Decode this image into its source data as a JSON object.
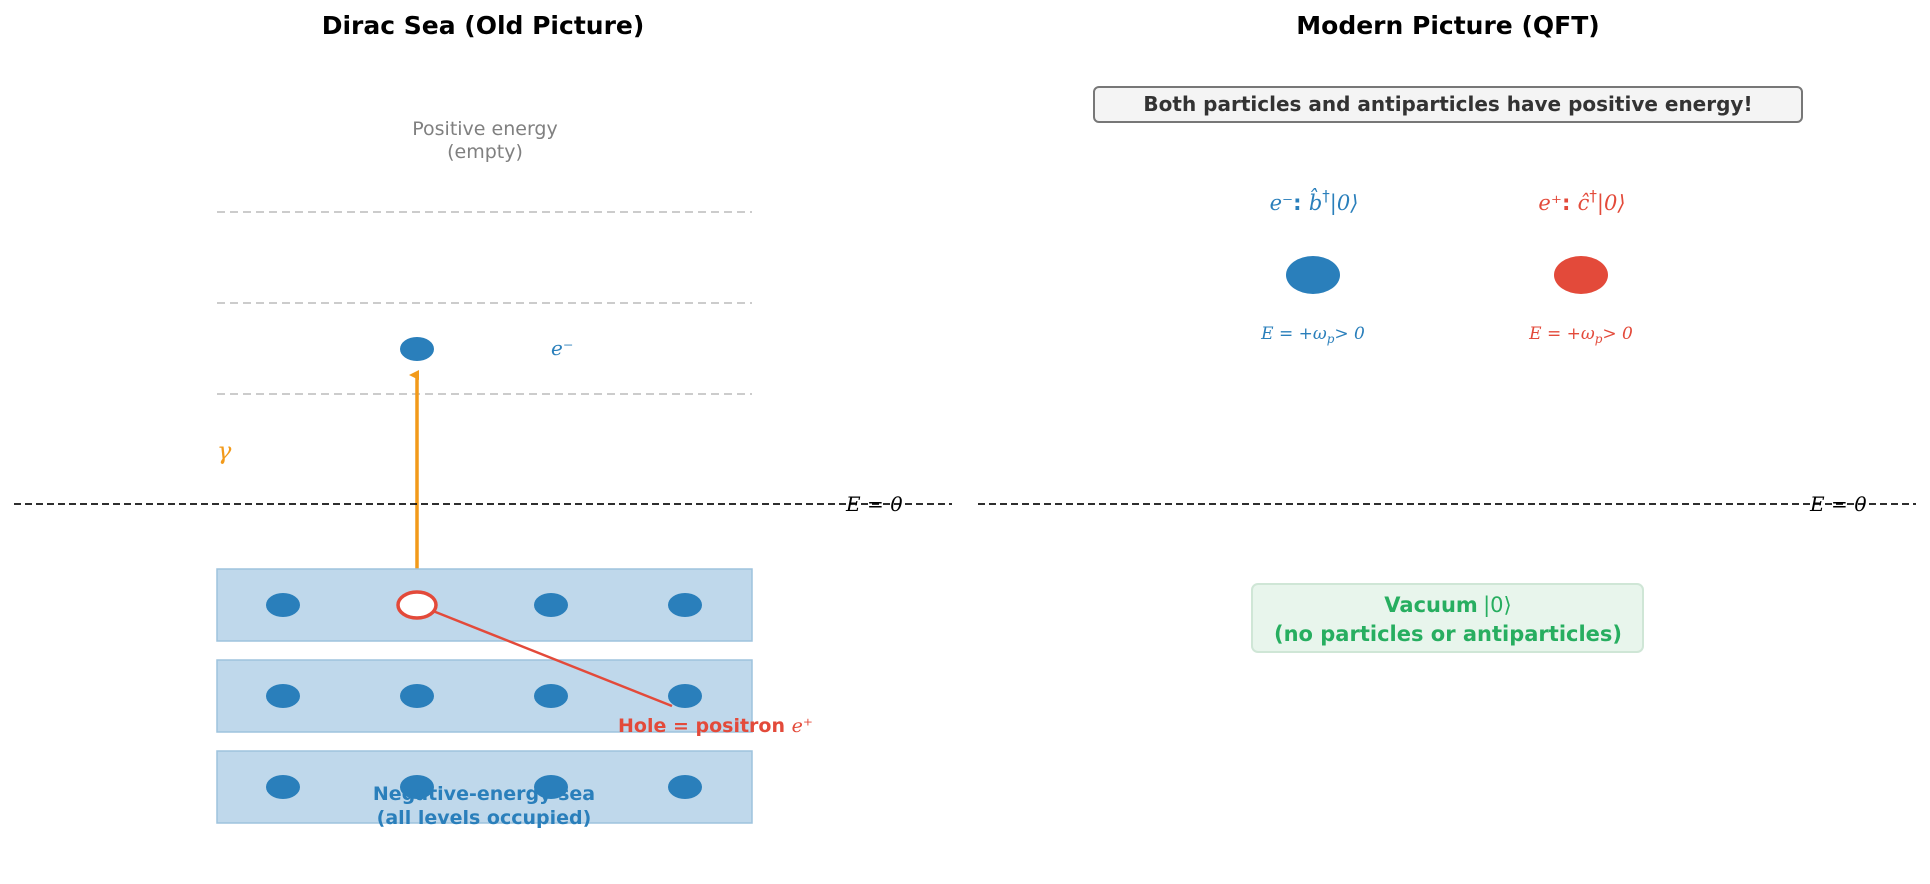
{
  "left_panel": {
    "title": "Dirac Sea (Old Picture)",
    "positive_energy_label": [
      "Positive energy",
      "(empty)"
    ],
    "electron_label": "e⁻",
    "photon_label": "γ",
    "zero_label": "E = 0",
    "hole_label": "Hole = positron",
    "hole_symbol": "e⁺",
    "sea_label": [
      "Negative-energy sea",
      "(all levels occupied)"
    ]
  },
  "right_panel": {
    "title": "Modern Picture (QFT)",
    "banner": "Both particles and antiparticles have positive energy!",
    "electron_state": {
      "name": "e⁻",
      "operator": "b̂",
      "ket": "|0⟩",
      "energy": "E = +ω",
      "subscript": "p",
      "inequality": "> 0"
    },
    "positron_state": {
      "name": "e⁺",
      "operator": "ĉ",
      "ket": "|0⟩",
      "energy": "E = +ω",
      "subscript": "p",
      "inequality": "> 0"
    },
    "zero_label": "E = 0",
    "vacuum_label": [
      "Vacuum",
      "|0⟩",
      "(no particles or antiparticles)"
    ]
  },
  "colors": {
    "electron": "#2a7fbb",
    "positron": "#e34a3a",
    "photon": "#f29a1a",
    "vacuum": "#27ae60",
    "sea_fill": "#bfd8eb",
    "sea_stroke": "#9ec3dd",
    "dashed": "#bbbbbb",
    "gray_text": "#808080"
  }
}
